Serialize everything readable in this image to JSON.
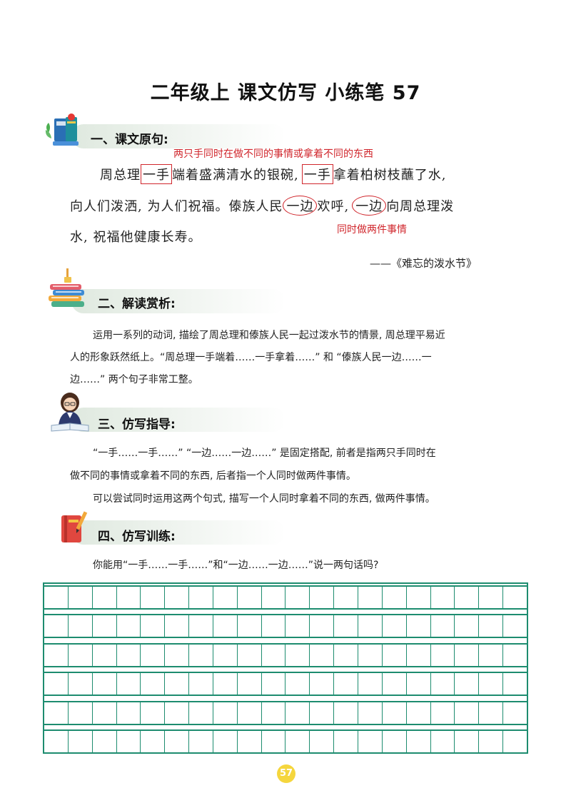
{
  "title": "二年级上 课文仿写 小练笔 57",
  "section1": {
    "heading": "一、课文原句:",
    "note_top": "两只手同时在做不同的事情或拿着不同的东西",
    "line1": {
      "a": "周总理",
      "b": "一手",
      "c": "端着盛满清水的银碗,",
      "d": "一手",
      "e": "拿着柏树枝蘸了水,"
    },
    "line2": {
      "a": "向人们泼洒, 为人们祝福。傣族人民",
      "b": "一边",
      "c": "欢呼,",
      "d": "一边",
      "e": "向周总理泼"
    },
    "line3": "水, 祝福他健康长寿。",
    "note_bottom": "同时做两件事情",
    "source": "——《难忘的泼水节》"
  },
  "section2": {
    "heading": "二、解读赏析:",
    "lines": [
      "运用一系列的动词, 描绘了周总理和傣族人民一起过泼水节的情景, 周总理平易近",
      "人的形象跃然纸上。“周总理一手端着……一手拿着……” 和 “傣族人民一边……一",
      "边……” 两个句子非常工整。"
    ]
  },
  "section3": {
    "heading": "三、仿写指导:",
    "lines": [
      "“一手……一手……” “一边……一边……” 是固定搭配, 前者是指两只手同时在",
      "做不同的事情或拿着不同的东西, 后者指一个人同时做两件事情。",
      "可以尝试同时运用这两个句式, 描写一个人同时拿着不同的东西, 做两件事情。"
    ]
  },
  "section4": {
    "heading": "四、仿写训练:",
    "prompt": "你能用“一手……一手……”和“一边……一边……”说一两句话吗?"
  },
  "grid": {
    "rows": 6,
    "cols": 20
  },
  "page_number": "57",
  "colors": {
    "accent_red": "#d0262c",
    "grid_green": "#1d8c6f",
    "badge_yellow": "#f5d63d"
  },
  "icons": [
    "books-globe-icon",
    "book-stack-icon",
    "teacher-icon",
    "notebook-pencil-icon"
  ]
}
